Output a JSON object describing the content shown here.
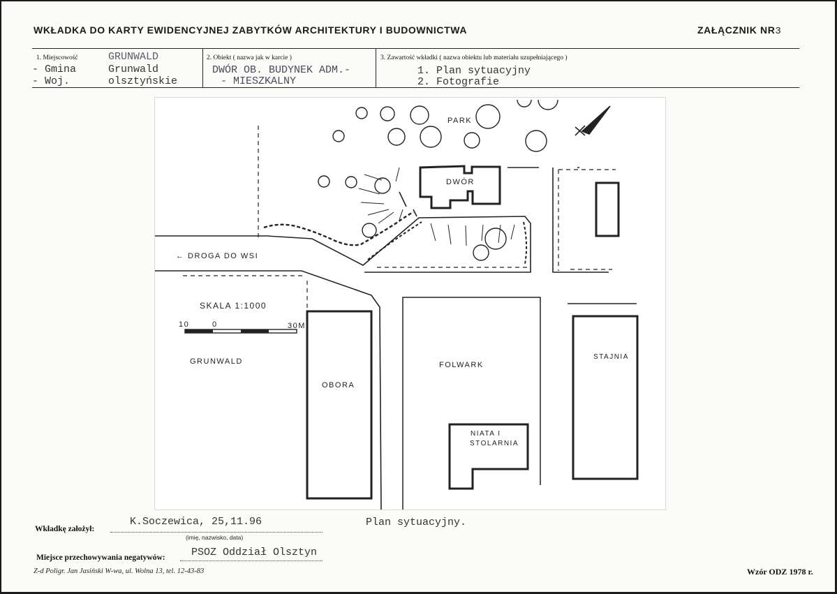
{
  "header": {
    "title": "WKŁADKA DO KARTY EWIDENCYJNEJ ZABYTKÓW ARCHITEKTURY I BUDOWNICTWA",
    "annex_label": "ZAŁĄCZNIK NR",
    "annex_number": "3"
  },
  "fields": {
    "f1": {
      "label": "1. Miejscowość",
      "gmina_label": "- Gmina",
      "woj_label": "- Woj.",
      "miejscowosc": "GRUNWALD",
      "gmina": "Grunwald",
      "woj": "olsztyńskie"
    },
    "f2": {
      "label": "2. Obiekt ( nazwa jak w karcie )",
      "line1": "DWÓR OB. BUDYNEK ADM.-",
      "line2": "- MIESZKALNY"
    },
    "f3": {
      "label": "3. Zawartość wkładki ( nazwa obiektu lub materiału uzupełniającego )",
      "items": [
        "1. Plan sytuacyjny",
        "2. Fotografie"
      ]
    }
  },
  "plan": {
    "park": "PARK",
    "dwor": "DWÓR",
    "road": "← DROGA DO WSI",
    "scale": "SKALA 1:1000",
    "scale_left": "10",
    "scale_zero": "0",
    "scale_right": "30M",
    "place": "GRUNWALD",
    "obora": "OBORA",
    "folwark": "FOLWARK",
    "stajnia": "STAJNIA",
    "niata_1": "NIATA I",
    "niata_2": "STOLARNIA"
  },
  "footer": {
    "founder_label": "Wkładkę założył:",
    "founder_value": "K.Soczewica, 25,11.96",
    "founder_caption": "(imię, nazwisko, data)",
    "caption": "Plan sytuacyjny.",
    "storage_label": "Miejsce przechowywania negatywów:",
    "storage_value": "PSOZ Oddział Olsztyn",
    "printer": "Z-d Poligr. Jan Jasiński W-wa, ul. Wolna 13, tel. 12-43-83",
    "template": "Wzór ODZ 1978 r."
  }
}
